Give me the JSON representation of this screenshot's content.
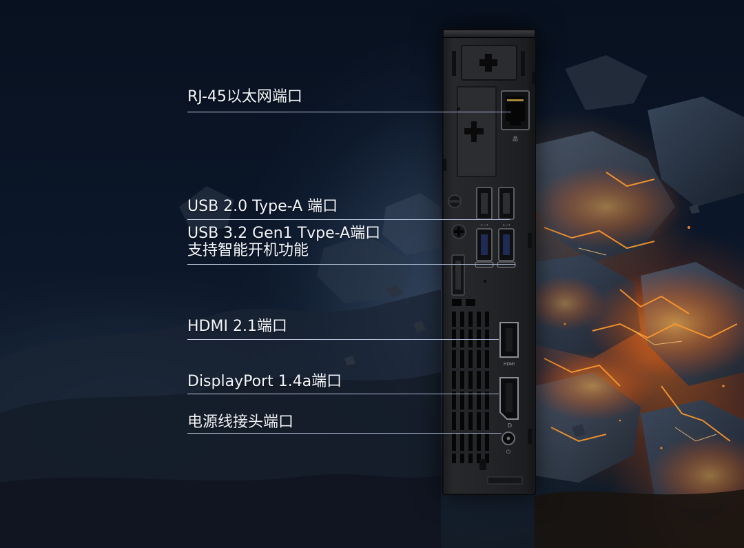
{
  "callouts": [
    {
      "id": "rj45",
      "label": "RJ-45以太网端口"
    },
    {
      "id": "usb20",
      "label": "USB 2.0 Type-A 端口"
    },
    {
      "id": "usb32",
      "label_line1": "USB 3.2 Gen1 Tvpe-A端口",
      "label_line2": "支持智能开机功能"
    },
    {
      "id": "hdmi",
      "label": "HDMI 2.1端口"
    },
    {
      "id": "dp",
      "label": "DisplayPort 1.4a端口"
    },
    {
      "id": "power",
      "label": "电源线接头端口"
    }
  ],
  "port_markings": {
    "hdmi_logo": "HDMI",
    "dp_logo": "D",
    "usb_ss_1": "SS",
    "usb_ss_2": "SS"
  },
  "icons": [
    "ethernet-icon",
    "usb-icon",
    "usb-ss-icon",
    "hdmi-icon",
    "displayport-icon",
    "power-icon",
    "screw-icon"
  ],
  "colors": {
    "callout_text": "#f2f5fa",
    "callout_line": "#c6d0e6",
    "lava": "#ff7a1e",
    "chassis": "#222326"
  }
}
